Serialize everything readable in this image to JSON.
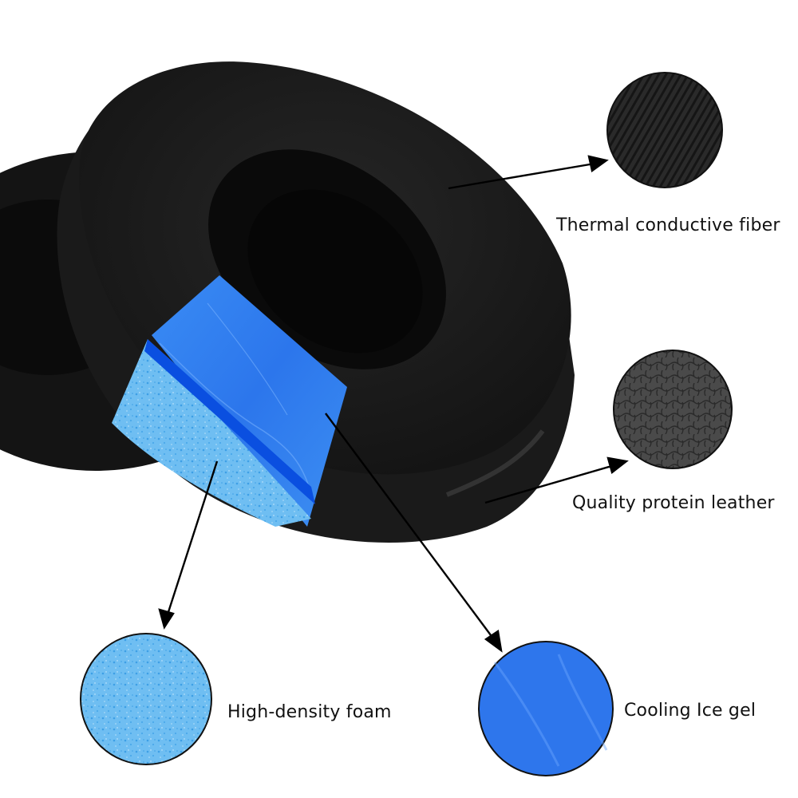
{
  "product": {
    "subject": "Cooling gel headphone ear cushions",
    "colors": {
      "cushion": "#161616",
      "cushion_highlight": "#2a2a2a",
      "gel_blue": "#2f7fef",
      "gel_stripe": "#0a4fe0",
      "foam_blue": "#6cbcf0",
      "background": "#ffffff",
      "text": "#111111"
    }
  },
  "callouts": [
    {
      "id": "thermal-fiber",
      "label": "Thermal conductive fiber",
      "swatch": "black-twill-fabric",
      "swatch_color": "#2b2b2b"
    },
    {
      "id": "protein-leather",
      "label": "Quality protein leather",
      "swatch": "black-grain-leather",
      "swatch_color": "#3a3a3a"
    },
    {
      "id": "foam",
      "label": "High-density foam",
      "swatch": "light-blue-foam",
      "swatch_color": "#6cbcf0"
    },
    {
      "id": "ice-gel",
      "label": "Cooling Ice gel",
      "swatch": "blue-gel",
      "swatch_color": "#2f78ee"
    }
  ]
}
